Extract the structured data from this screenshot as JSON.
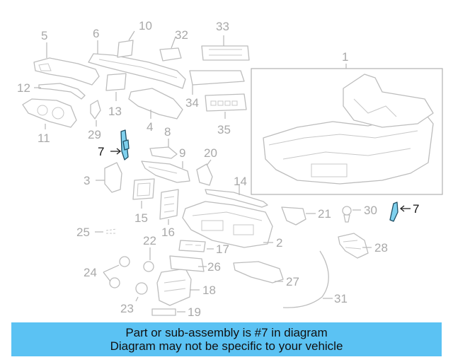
{
  "callouts": {
    "c1": "1",
    "c2": "2",
    "c3": "3",
    "c4": "4",
    "c5": "5",
    "c6": "6",
    "c7a": "7",
    "c7b": "7",
    "c8": "8",
    "c9": "9",
    "c10": "10",
    "c11": "11",
    "c12": "12",
    "c13": "13",
    "c14": "14",
    "c15": "15",
    "c16": "16",
    "c17": "17",
    "c18": "18",
    "c19": "19",
    "c20": "20",
    "c21": "21",
    "c22": "22",
    "c23": "23",
    "c24": "24",
    "c25": "25",
    "c26": "26",
    "c27": "27",
    "c28": "28",
    "c29": "29",
    "c30": "30",
    "c31": "31",
    "c32": "32",
    "c33": "33",
    "c34": "34",
    "c35": "35"
  },
  "banner": {
    "line1": "Part or sub-assembly is #7 in diagram",
    "line2": "Diagram may not be specific to your vehicle",
    "color": "#5bc2f3"
  },
  "highlight": {
    "part_number": "7",
    "fill": "#7fd1ee"
  }
}
